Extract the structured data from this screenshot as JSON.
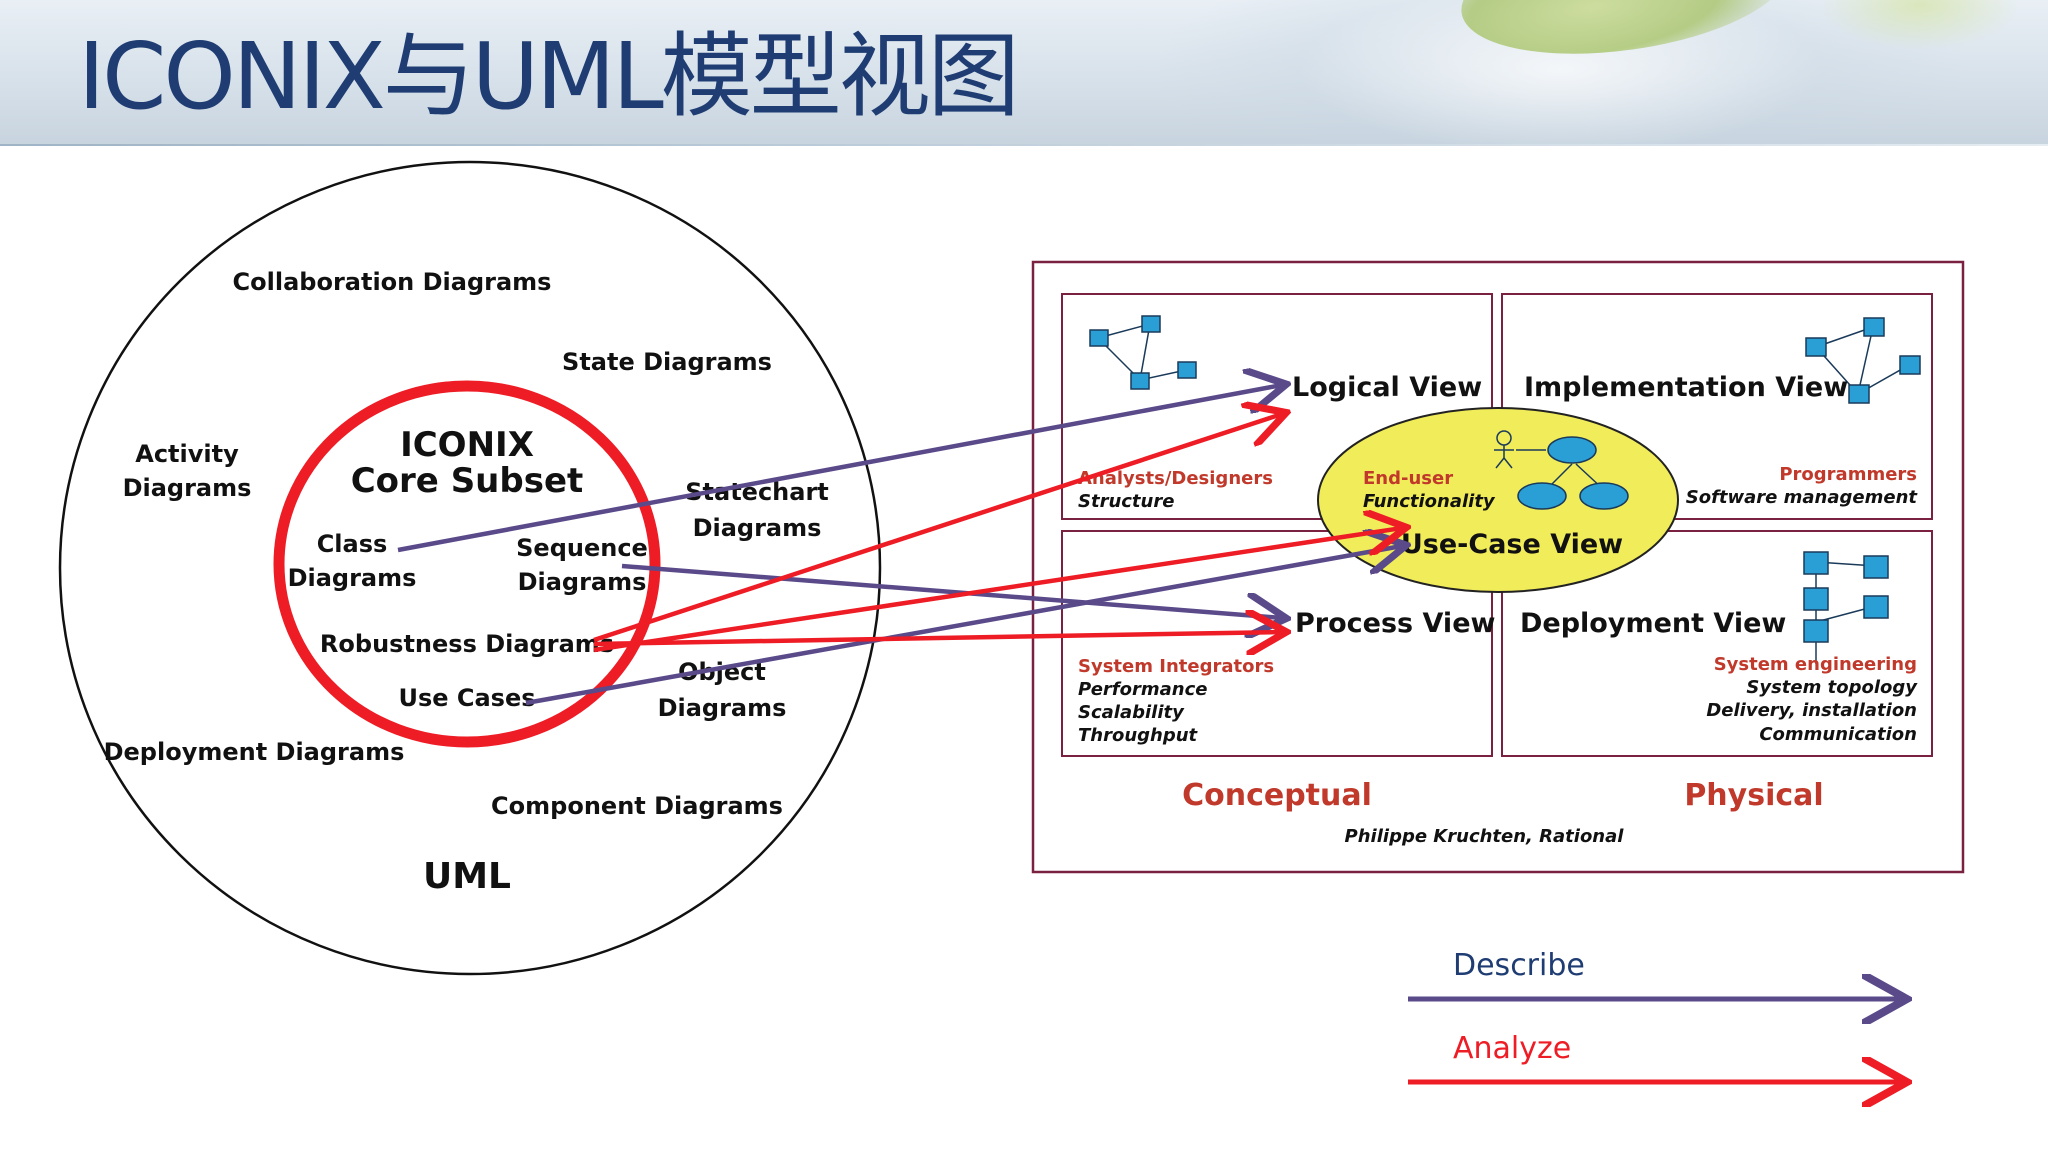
{
  "title": "ICONIX与UML模型视图",
  "uml": {
    "label": "UML",
    "diagrams": {
      "collaboration": "Collaboration Diagrams",
      "state": "State Diagrams",
      "activity_l1": "Activity",
      "activity_l2": "Diagrams",
      "statechart_l1": "Statechart",
      "statechart_l2": "Diagrams",
      "object_l1": "Object",
      "object_l2": "Diagrams",
      "deployment": "Deployment Diagrams",
      "component": "Component Diagrams"
    }
  },
  "iconix": {
    "title_l1": "ICONIX",
    "title_l2": "Core Subset",
    "class_l1": "Class",
    "class_l2": "Diagrams",
    "sequence_l1": "Sequence",
    "sequence_l2": "Diagrams",
    "robustness": "Robustness Diagrams",
    "use_cases": "Use Cases"
  },
  "views": {
    "logical": {
      "title": "Logical View",
      "role": "Analysts/Designers",
      "lines": [
        "Structure"
      ]
    },
    "implementation": {
      "title": "Implementation View",
      "role": "Programmers",
      "lines": [
        "Software management"
      ]
    },
    "process": {
      "title": "Process View",
      "role": "System Integrators",
      "lines": [
        "Performance",
        "Scalability",
        "Throughput"
      ]
    },
    "deployment": {
      "title": "Deployment View",
      "role": "System engineering",
      "lines": [
        "System topology",
        "Delivery, installation",
        "Communication"
      ]
    },
    "usecase": {
      "title": "Use-Case View",
      "role": "End-user",
      "lines": [
        "Functionality"
      ]
    },
    "conceptual": "Conceptual",
    "physical": "Physical",
    "credit": "Philippe Kruchten, Rational"
  },
  "legend": {
    "describe": "Describe",
    "analyze": "Analyze"
  },
  "colors": {
    "describe": "#5a4a8a",
    "analyze": "#ee1c25",
    "frame": "#7a2040",
    "role": "#c0392b",
    "usecase_fill": "#f1ec5a",
    "icon": "#2a9fd6",
    "title": "#1f3d73"
  }
}
